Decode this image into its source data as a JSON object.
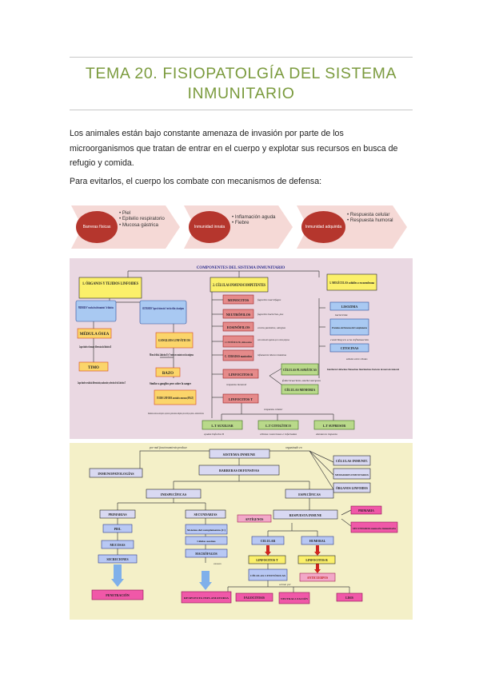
{
  "title": {
    "line1": "TEMA 20. FISIOPATOLGÍA DEL SISTEMA",
    "line2": "INMUNITARIO"
  },
  "paragraphs": [
    {
      "line1": "Los animales están bajo constante amenaza de invasión por parte de los",
      "line2": "microorganismos que tratan de entrar en el cuerpo y explotar sus recursos en busca de",
      "line3": "refugio y comida."
    },
    {
      "line1": "Para evitarlos, el cuerpo los combate con mecanismos de defensa:"
    }
  ],
  "defense_diagram": [
    {
      "name": "Barreras físicas",
      "items": [
        "Piel",
        "Epitelio respiratorio",
        "Mucosa gástrica"
      ]
    },
    {
      "name": "Inmunidad innata",
      "items": [
        "Inflamación aguda",
        "Fiebre"
      ]
    },
    {
      "name": "Inmunidad adquirida",
      "items": [
        "Respuesta celular",
        "Respuesta humoral"
      ]
    }
  ],
  "figure1": {
    "header": "COMPONENTES DEL SISTEMA INMUNITARIO",
    "col1": {
      "title": "1. ÓRGANOS Y TEJIDOS LINFOIDES",
      "primarios": "PRIMARIOS \"escuelas de adiestramiento\" de linfocitos",
      "secundarios": "SECUNDARIOS \"lugares de interacción\" entre las células y los antígenos",
      "medula": "MÉDULA ÓSEA",
      "medula_text": "Lugar donde se forman y diferencian los linfocitos B",
      "timo": "TIMO",
      "timo_text": "Lugar donde se realiza la diferenciación, maduración y selección de los Linfocitos T",
      "ganglios": "GANGLIOS LINFÁTICOS",
      "ganglios_text": "Filtros de linfa. Linfocitos B y T entran en contacto con los antígenos",
      "bazo": "BAZO",
      "bazo_text": "Similar a ganglios pero sobre la sangre",
      "tejido": "TEJIDO LINFOIDE asociado a mucosas (MALT)",
      "tejido_text": "Diseminado en mucosas de digestivo, respiratorio, genitourinario. Amígdalas, placas de Peyer, apéndice... Acumulos linfocitos"
    },
    "col2": {
      "title": "2. CÉLULAS INMUNOCOMPETENTES",
      "monocitos": "MONOCITOS",
      "monocitos_note": "fagocitos macrófagos",
      "neutrofilos": "NEUTRÓFILOS",
      "neutrofilos_note": "fagocitos bacterias, pus",
      "eosinofilos": "EOSINÓFILOS",
      "eosinofilos_note": "contra parásitos, alergias",
      "citotoxicas": "C. CITOTÓXICAS NK, células asesinas",
      "citotoxicas_note": "contra células del organismo que se vuelven peligrosas",
      "cebadas": "C. CEBADAS mastocitos",
      "cebadas_note": "inflamación liberan histamina",
      "linfob": "LINFOCITOS B",
      "linfob_note": "respuesta humoral",
      "plasmaticas": "CÉLULAS PLASMÁTICAS",
      "plasmaticas_note": "fabricación anticuerpos",
      "memoria": "CÉLULAS MEMORIA",
      "linfot": "LINFOCITOS T",
      "linfot_note": "respuesta celular",
      "auxiliar": "L.T AUXILIAR",
      "auxiliar_note": "ayudan linfocitos B",
      "citolitico": "L.T CITOLÍTICO",
      "citolitico_note": "células cancerosas e infectadas",
      "supresor": "L.T SUPRESOR",
      "supresor_note": "Atenúan la respuesta"
    },
    "col3": {
      "title": "3. MOLÉCULAS solubles o en membrana",
      "lisozima": "LISOZIMA",
      "lisozima_note": "bactericida",
      "complemento": "Proteínas del Sistema del Complemento",
      "complemento_note": "contribuyen a la inflamación",
      "citocinas": "CITOCINAS",
      "citocinas_note": "señales entre células",
      "citocinas_list": "Interferón Linfocinas Monocinas Interleucinas Factores de necrosis tumoral"
    }
  },
  "figure2": {
    "root": "SISTEMA INMUNE",
    "note_left": "por mal funcionamiento produce",
    "note_right": "organizado en",
    "inmunopatologias": "INMUNOPATOLOGÍAS",
    "barreras": "BARRERAS DEFENSIVAS",
    "celulas": "CÉLULAS INMUNIT.",
    "mediadores": "MEDIADORES INMUNITARIOS",
    "organos": "ÓRGANOS LINFOIDES",
    "inespecificas": "INESPECÍFICAS",
    "especificas": "ESPECÍFICAS",
    "primarias": "PRIMARIAS",
    "secundarias": "SECUNDARIAS",
    "antigenos": "ANTÍGENOS",
    "respuesta": "RESPUESTA INMUNE",
    "primaria": "PRIMARIA",
    "secundaria": "SECUNDARIA memoria inmunitaria",
    "piel": "PIEL",
    "mucosas": "MUCOSAS",
    "secreciones": "SECRECIONES",
    "complemento": "Sistema del complemento (C)",
    "asesinas": "Células asesinas",
    "macrofagos": "MACRÓFAGOS",
    "celular": "CELULAR",
    "humoral": "HUMORAL",
    "linfot": "LINFOCITOS T",
    "linfob": "LINFOCITOS B",
    "citotoxicas": "CÉLULAS CITOTÓXICAS",
    "anticuerpos": "ANTICUERPOS",
    "evitan": "evitan impidiendo la",
    "causan": "causan",
    "presentan": "presentan antígeno",
    "actuan": "actúan por",
    "penetracion": "PENETRACIÓN",
    "inflamatoria": "RESPUESTA INFLAMATORIA",
    "fagocitosis": "FAGOCITOSIS",
    "neutralizacion": "NEUTRALI ZACIÓN",
    "lisis": "LISIS"
  }
}
